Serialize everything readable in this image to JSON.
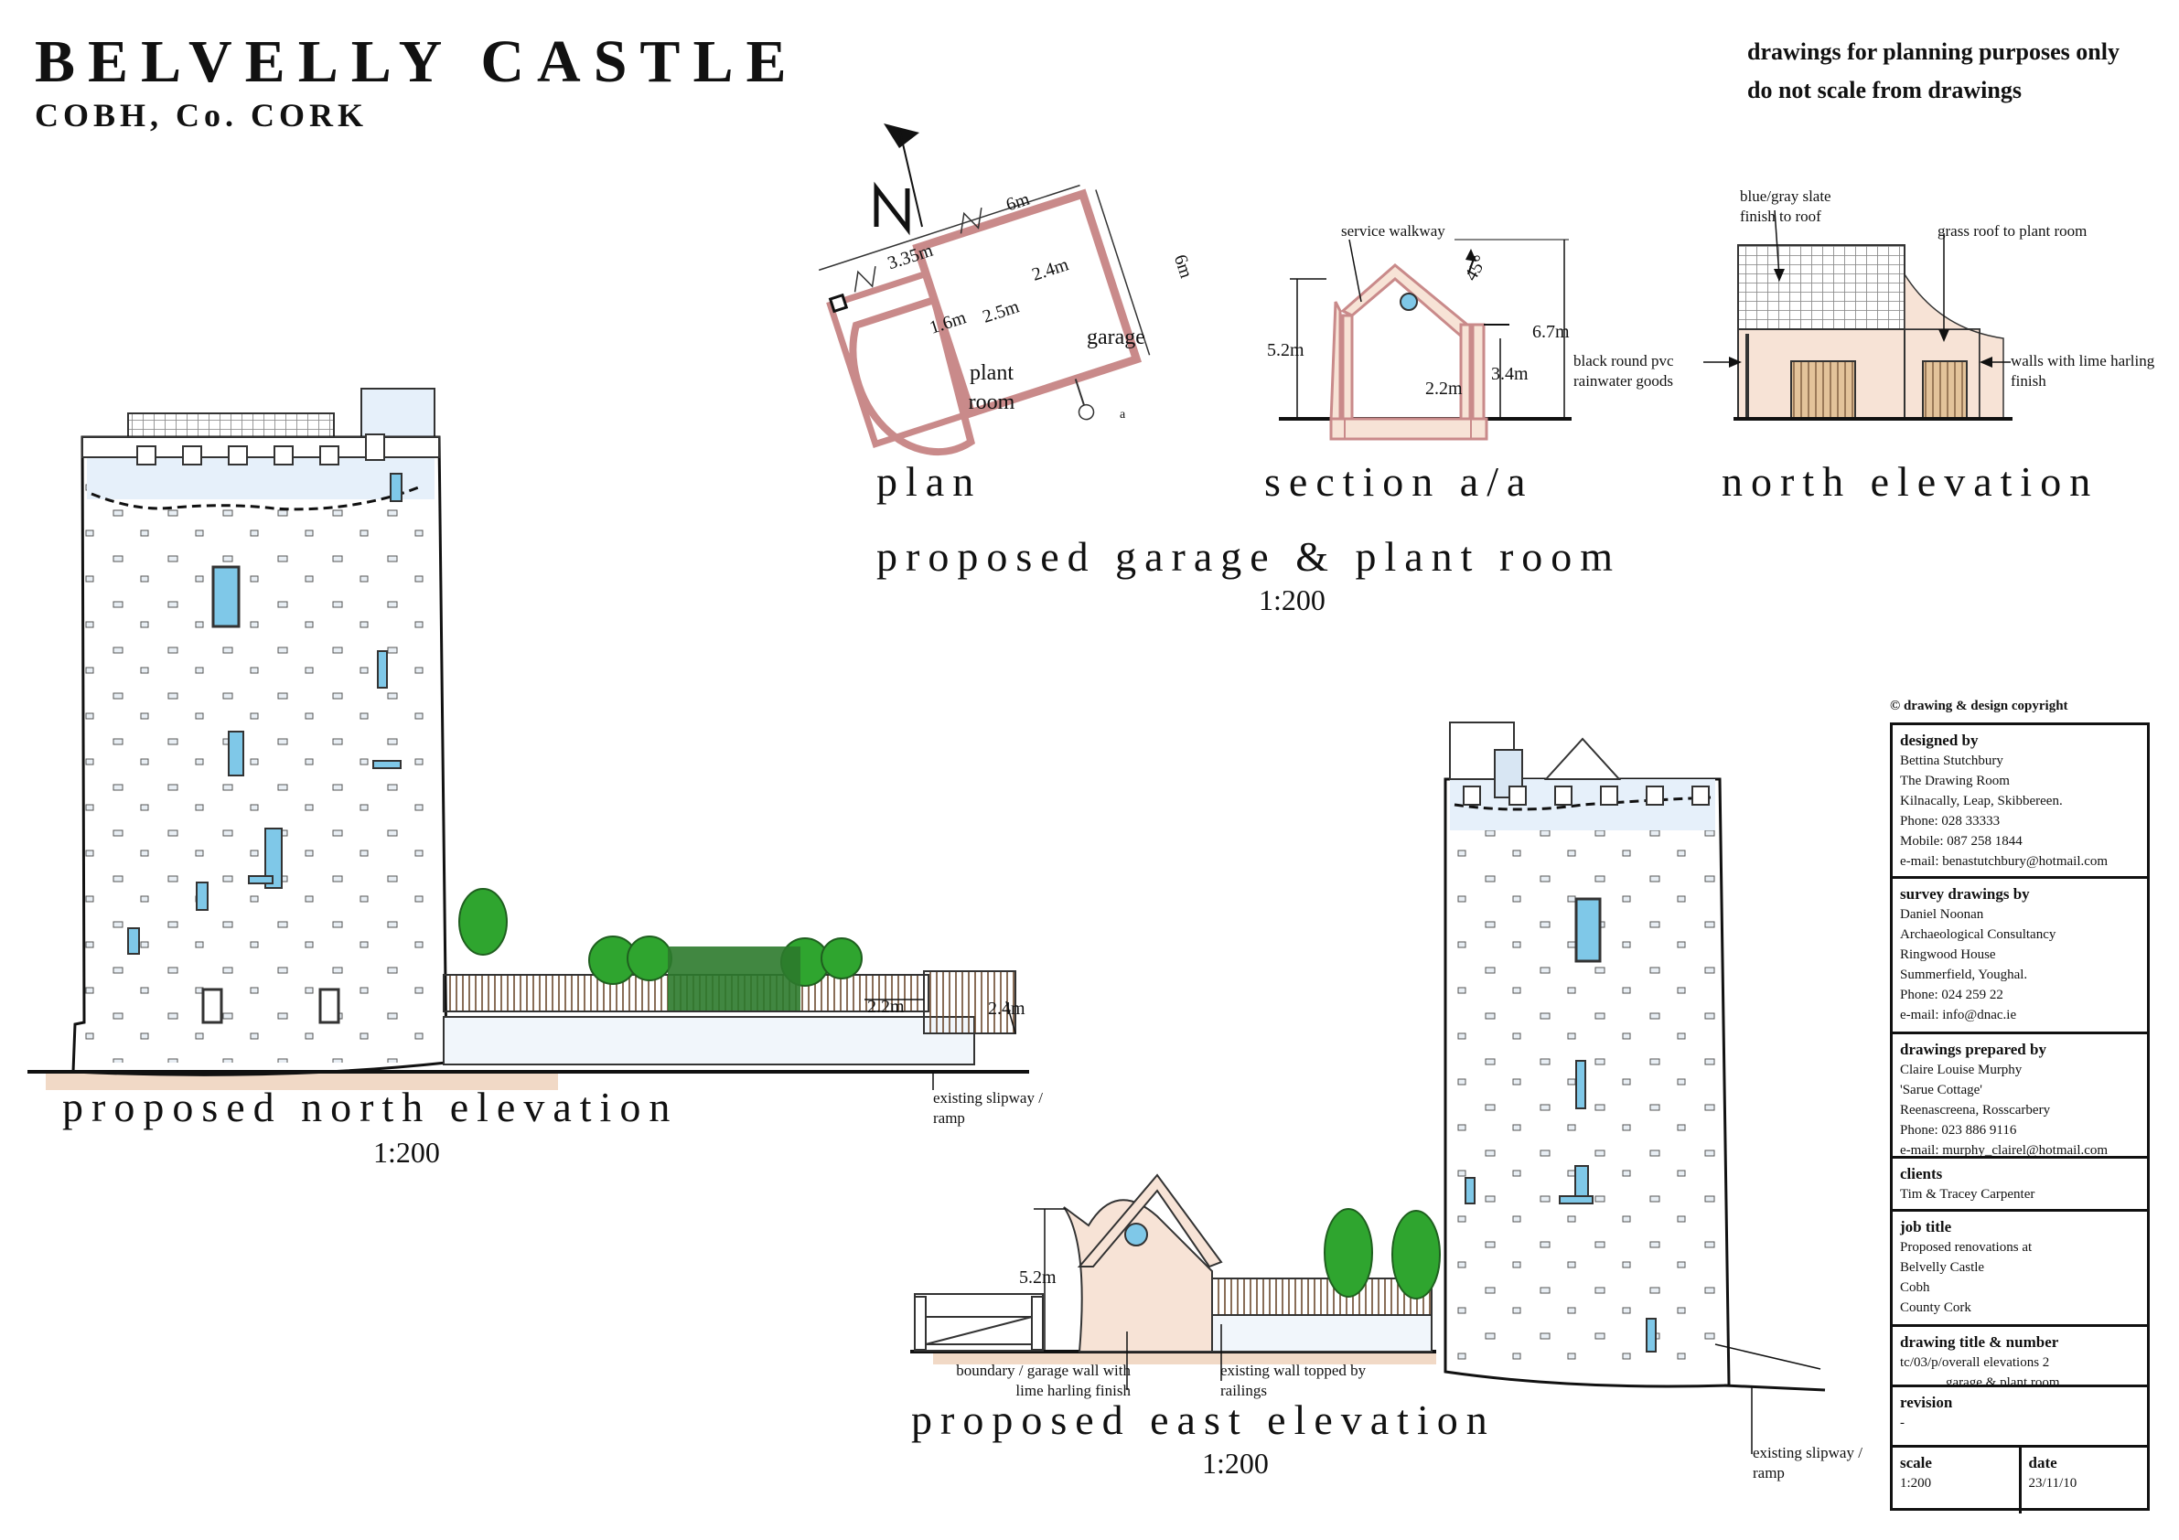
{
  "header": {
    "title": "BELVELLY CASTLE",
    "subtitle": "COBH, Co. CORK",
    "notice_line1": "drawings for planning purposes only",
    "notice_line2": "do not scale from drawings"
  },
  "north_arrow": {
    "label": "N"
  },
  "plan": {
    "label": "plan",
    "dims": {
      "d1": "3.35m",
      "d2": "6m",
      "d3": "6m",
      "d4": "2.4m",
      "d5": "1.6m",
      "d6": "2.5m"
    },
    "rooms": {
      "plant": "plant room",
      "garage": "garage"
    },
    "section_marker": "a"
  },
  "section": {
    "label": "section a/a",
    "service_walkway": "service walkway",
    "angle": "45°",
    "dims": {
      "h1": "5.2m",
      "h2": "6.7m",
      "h3": "3.4m",
      "h4": "2.2m"
    }
  },
  "north_elev_small": {
    "label": "north elevation",
    "ann_slate": "blue/gray slate finish to roof",
    "ann_grass": "grass roof to plant room",
    "ann_pvc": "black round pvc rainwater goods",
    "ann_walls": "walls with lime harling finish"
  },
  "garage_caption": {
    "title": "proposed garage & plant room",
    "scale": "1:200"
  },
  "north_elevation": {
    "title": "proposed north elevation",
    "scale": "1:200",
    "dim_a": "2.2m",
    "dim_b": "2.4m",
    "ann_slip": "existing slipway / ramp"
  },
  "east_elevation": {
    "title": "proposed east elevation",
    "scale": "1:200",
    "dim": "5.2m",
    "ann_boundary": "boundary / garage wall with lime harling finish",
    "ann_wall": "existing wall topped by railings",
    "ann_slip": "existing slipway / ramp"
  },
  "title_block": {
    "copyright": "© drawing & design copyright",
    "designed_by": {
      "heading": "designed by",
      "lines": [
        "Bettina Stutchbury",
        "The Drawing Room",
        "Kilnacally, Leap, Skibbereen.",
        "Phone: 028 33333",
        "Mobile: 087 258 1844",
        "e-mail: benastutchbury@hotmail.com"
      ]
    },
    "survey_by": {
      "heading": "survey drawings by",
      "lines": [
        "Daniel Noonan",
        "Archaeological Consultancy",
        "Ringwood House",
        "Summerfield, Youghal.",
        "Phone: 024 259 22",
        "e-mail: info@dnac.ie"
      ]
    },
    "prepared_by": {
      "heading": "drawings prepared by",
      "lines": [
        "Claire Louise Murphy",
        "'Sarue Cottage'",
        "Reenascreena, Rosscarbery",
        "Phone: 023 886 9116",
        "e-mail: murphy_clairel@hotmail.com"
      ]
    },
    "clients": {
      "heading": "clients",
      "lines": [
        "Tim & Tracey Carpenter"
      ]
    },
    "job_title": {
      "heading": "job title",
      "lines": [
        "Proposed renovations at",
        "Belvelly Castle",
        "Cobh",
        "County Cork"
      ]
    },
    "drawing_title": {
      "heading": "drawing title & number",
      "lines": [
        "tc/03/p/overall elevations 2",
        "garage & plant room"
      ]
    },
    "revision": {
      "heading": "revision",
      "lines": [
        "-"
      ]
    },
    "scale": {
      "heading": "scale",
      "value": "1:200"
    },
    "date": {
      "heading": "date",
      "value": "23/11/10"
    }
  },
  "colors": {
    "wall_pink": "#f7e3d6",
    "garage_outline": "#c98a8a",
    "ground_band": "#f1d9c6",
    "glass_blue": "#7fc8e8",
    "tree_green": "#2fa52f",
    "hedge_green": "#2c7a2c",
    "roof_gray": "#d8d8d8",
    "parapet_blue": "#e6f0fa"
  }
}
